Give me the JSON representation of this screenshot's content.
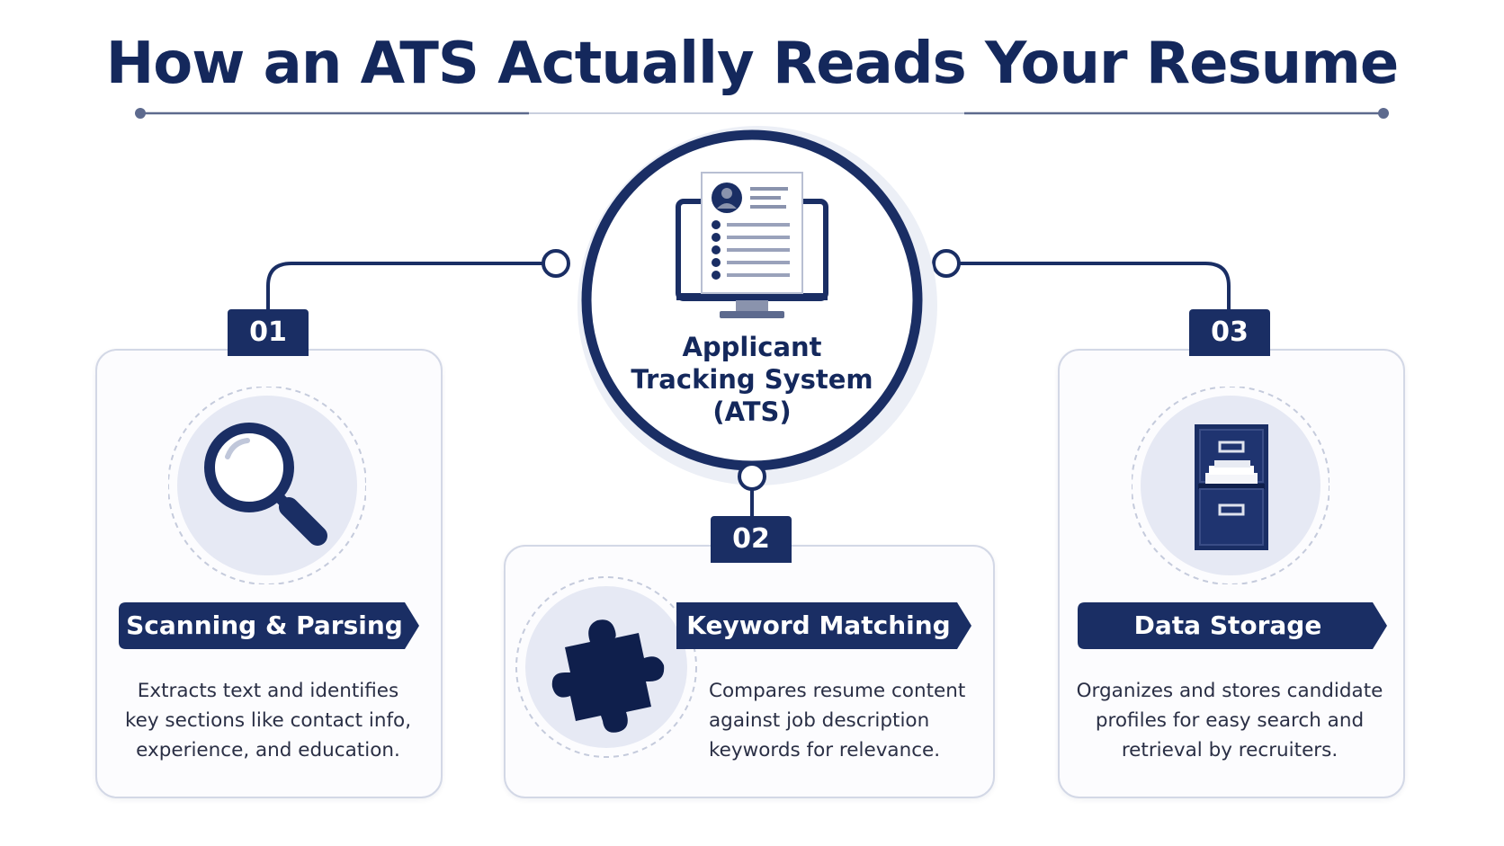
{
  "title": "How an ATS Actually Reads Your Resume",
  "hub": {
    "label": "Applicant\nTracking System\n(ATS)",
    "icon": "resume-monitor-icon"
  },
  "steps": [
    {
      "number": "01",
      "heading": "Scanning & Parsing",
      "description": "Extracts text and identifies\nkey sections like contact info,\nexperience, and education.",
      "icon": "magnifying-glass-icon"
    },
    {
      "number": "02",
      "heading": "Keyword Matching",
      "description": "Compares resume content\nagainst job description\nkeywords for relevance.",
      "icon": "puzzle-piece-icon"
    },
    {
      "number": "03",
      "heading": "Data Storage",
      "description": "Organizes and stores candidate\nprofiles for easy search and\nretrieval by recruiters.",
      "icon": "file-cabinet-icon"
    }
  ],
  "colors": {
    "navy": "#1a2e64",
    "light_circle": "#e6e9f4",
    "card_border": "#d3d8e6"
  }
}
